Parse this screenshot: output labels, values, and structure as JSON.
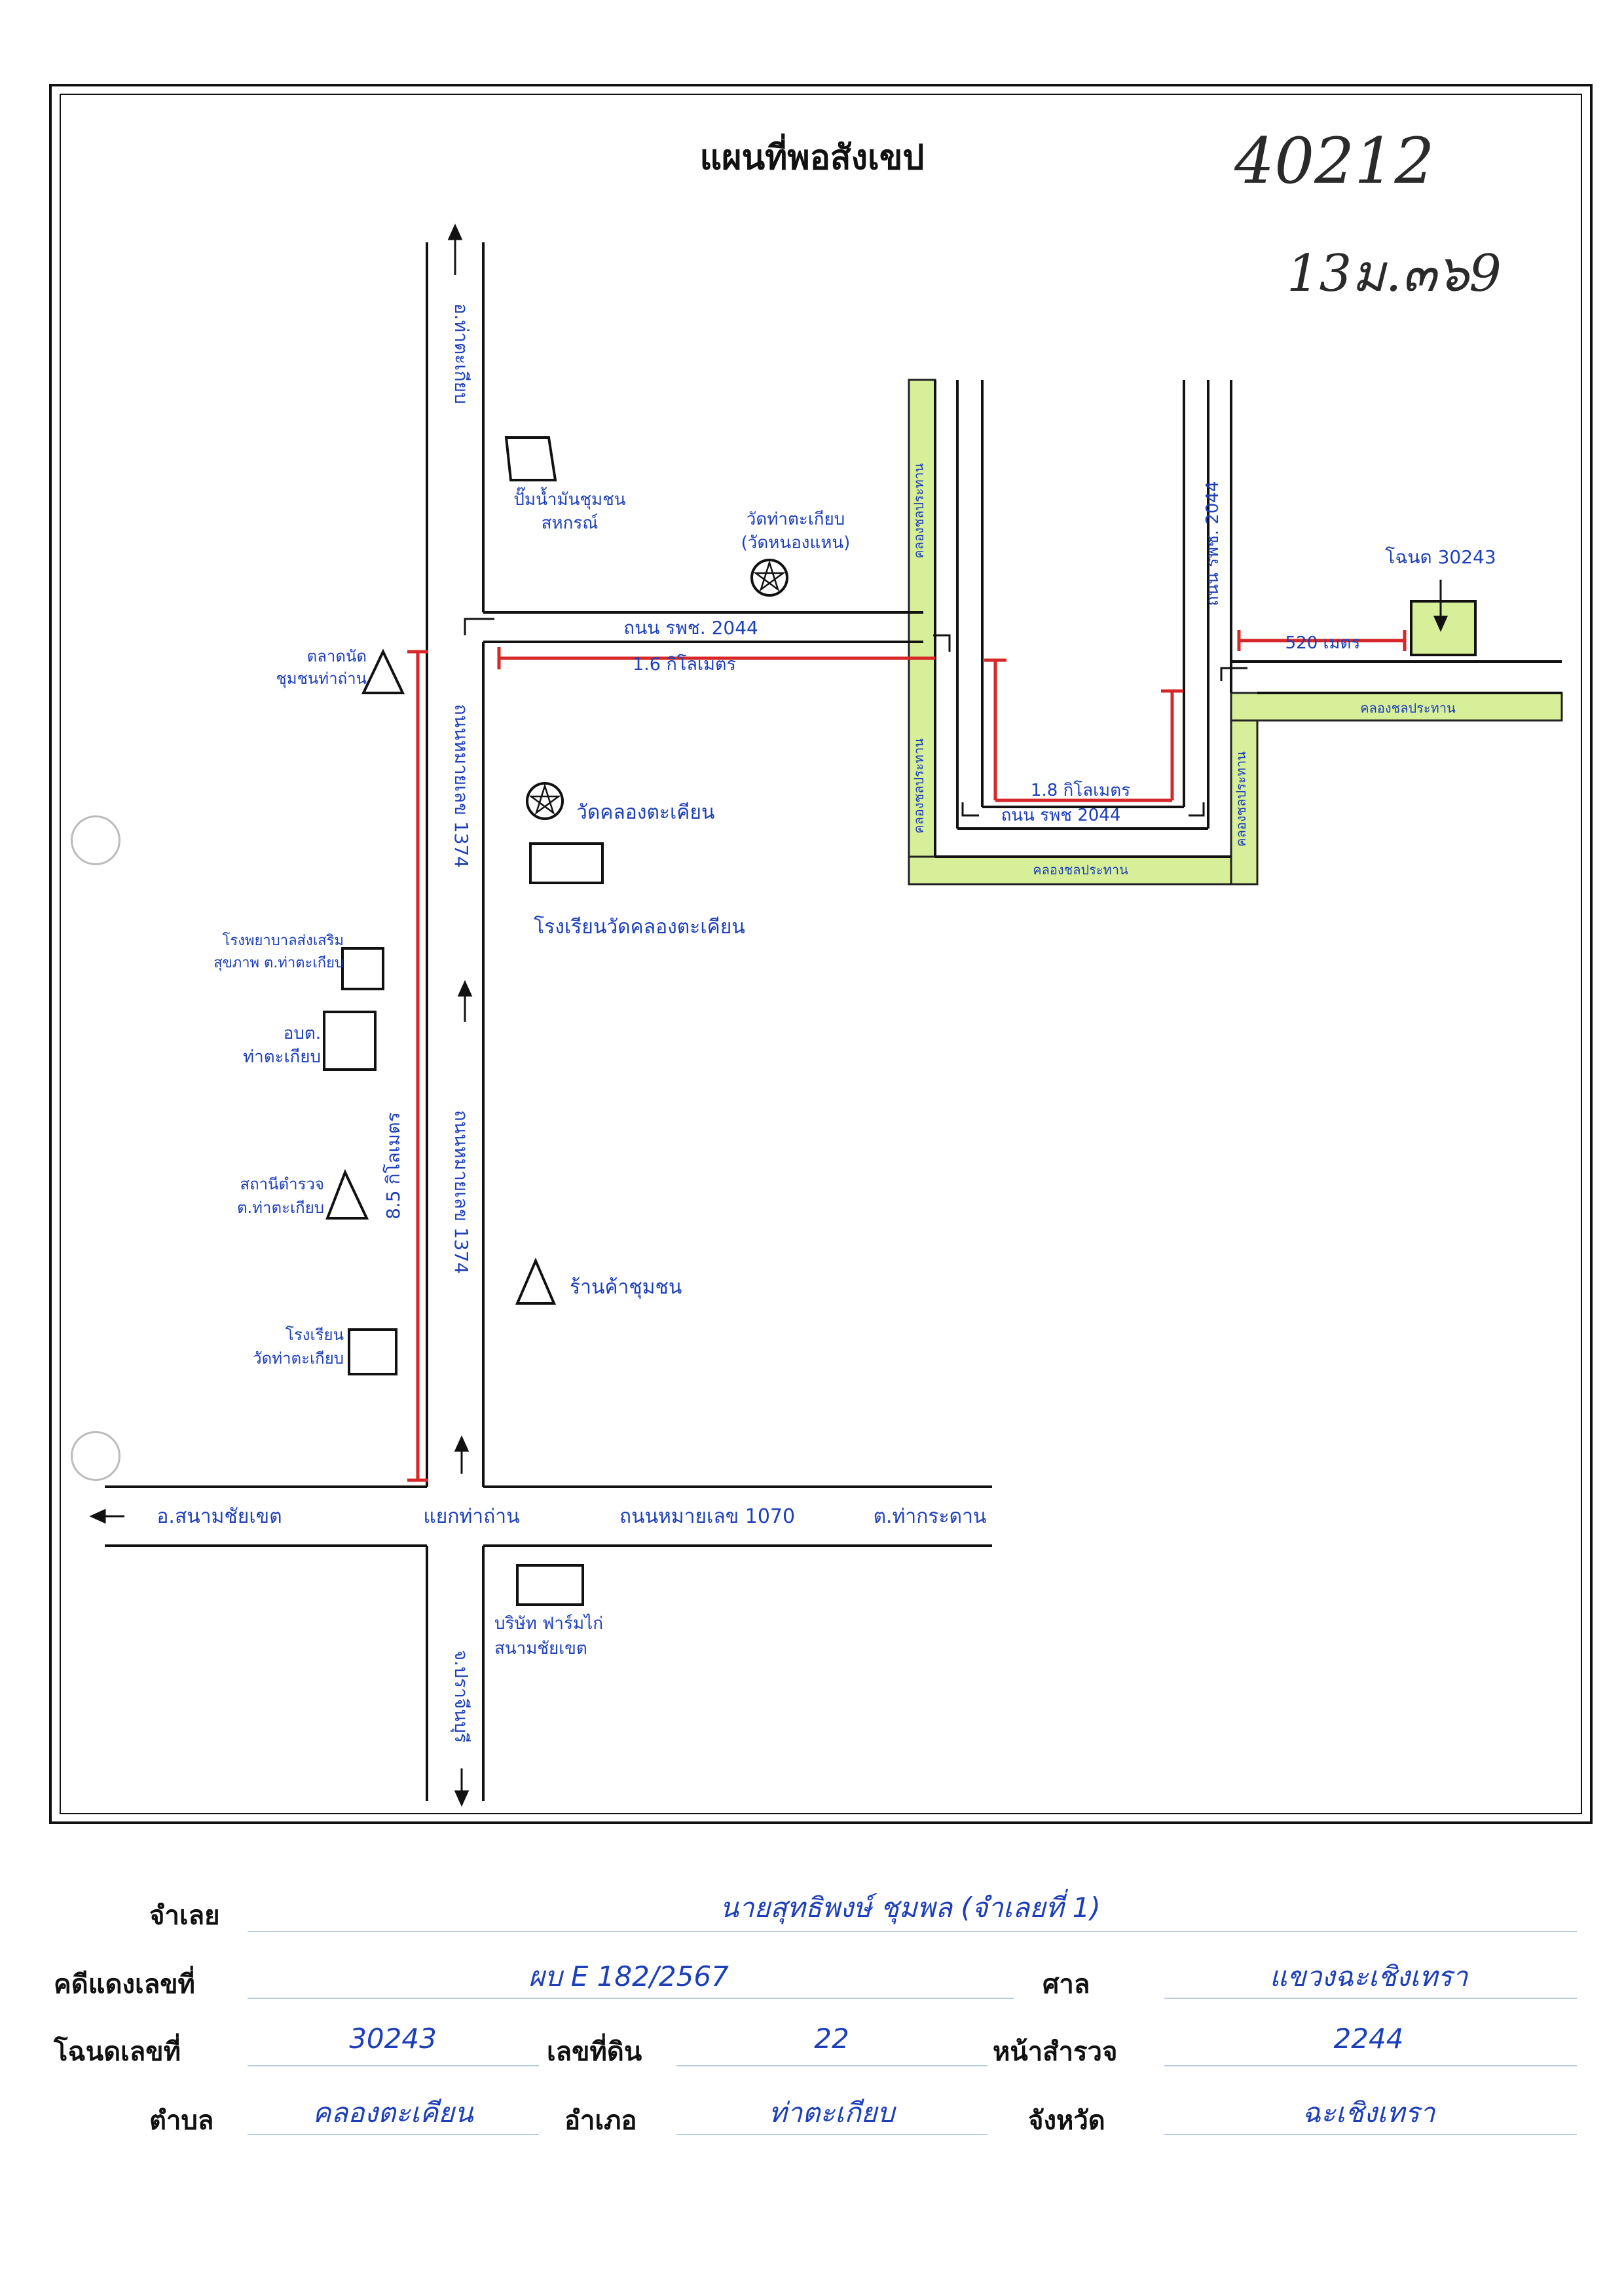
{
  "title": "แผนที่พอสังเขป",
  "corner_notes": {
    "number": "40212",
    "subnote": "13ม.๓๖9"
  },
  "roads": {
    "road_1374_upper": "ถนนหมายเลข 1374",
    "road_1374_lower": "ถนนหมายเลข 1374",
    "road_1070": "ถนนหมายเลข 1070",
    "road_2044_top": "ถนน รพช. 2044",
    "road_2044_bottom": "ถนน รพช 2044",
    "road_2044_right": "ถนน รพช. 2044"
  },
  "canals": {
    "left": "คลองชลประทาน",
    "left_lower": "คลองชลประทาน",
    "bottom": "คลองชลประทาน",
    "right": "คลองชลประทาน",
    "right_lower": "คลองชลประทาน"
  },
  "directions": {
    "north": "อ.ท่าตะเกียบ",
    "south": "จ.ปราจีนบุรี",
    "west": "อ.สนามชัยเขต",
    "east": "ต.ท่ากระดาน",
    "junction": "แยกท่าถ่าน"
  },
  "distances": {
    "d1": "1.6 กิโลเมตร",
    "d2": "1.8 กิโลเมตร",
    "d3": "8.5 กิโลเมตร",
    "d4": "520 เมตร"
  },
  "landmarks": {
    "gas_station": "ปั๊มน้ำมันชุมชน\nสหกรณ์",
    "temple_top": "วัดท่าตะเกียบ\n(วัดหนองแหน)",
    "market": "ตลาดนัด\nชุมชนท่าถ่าน",
    "temple_mid": "วัดคลองตะเคียน",
    "school_mid": "โรงเรียนวัดคลองตะเคียน",
    "hospital": "โรงพยาบาลส่งเสริม\nสุขภาพ ต.ท่าตะเกียบ",
    "sao": "อบต.\nท่าตะเกียบ",
    "police": "สถานีตำรวจ\nต.ท่าตะเกียบ",
    "shop": "ร้านค้าชุมชน",
    "school_low": "โรงเรียน\nวัดท่าตะเกียบ",
    "company": "บริษัท ฟาร์มไก่\nสนามชัยเขต",
    "parcel": "โฉนด 30243"
  },
  "form": {
    "defendant_label": "จำเลย",
    "defendant_value": "นายสุทธิพงษ์ ชุมพล (จำเลยที่ 1)",
    "red_case_label": "คดีแดงเลขที่",
    "red_case_value": "ผบ E 182/2567",
    "court_label": "ศาล",
    "court_value": "แขวงฉะเชิงเทรา",
    "deed_label": "โฉนดเลขที่",
    "deed_value": "30243",
    "land_no_label": "เลขที่ดิน",
    "land_no_value": "22",
    "survey_label": "หน้าสำรวจ",
    "survey_value": "2244",
    "subdistrict_label": "ตำบล",
    "subdistrict_value": "คลองตะเคียน",
    "district_label": "อำเภอ",
    "district_value": "ท่าตะเกียบ",
    "province_label": "จังหวัด",
    "province_value": "ฉะเชิงเทรา"
  },
  "colors": {
    "ink": "#111111",
    "handwriting": "#1d3fb8",
    "distance": "#d62828",
    "canal": "#d8ef9a"
  }
}
